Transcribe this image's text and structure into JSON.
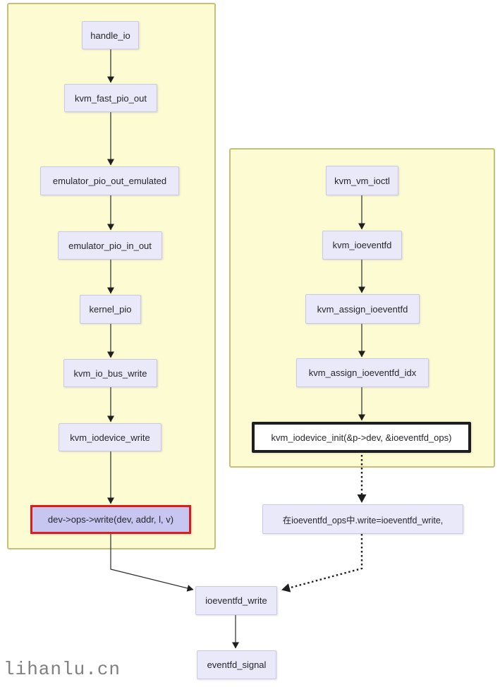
{
  "watermark": "lihanlu.cn",
  "colors": {
    "container_fill": "#fcfbd2",
    "container_border": "#c4bf7d",
    "node_fill": "#e9e9fa",
    "node_border": "#c9c9e6",
    "highlight_fill": "#c6c6f0",
    "highlight_border": "#dd1d1d",
    "init_border": "#1e1e1e",
    "arrow": "#2b2b2b"
  },
  "flow": {
    "left_chain": [
      "handle_io",
      "kvm_fast_pio_out",
      "emulator_pio_out_emulated",
      "emulator_pio_in_out",
      "kernel_pio",
      "kvm_io_bus_write",
      "kvm_iodevice_write",
      "dev->ops->write(dev, addr, l, v)"
    ],
    "right_chain": [
      "kvm_vm_ioctl",
      "kvm_ioeventfd",
      "kvm_assign_ioeventfd",
      "kvm_assign_ioeventfd_idx",
      "kvm_iodevice_init(&p->dev, &ioeventfd_ops)"
    ],
    "note": "在ioeventfd_ops中.write=ioeventfd_write,",
    "merge_node": "ioeventfd_write",
    "final_node": "eventfd_signal"
  }
}
